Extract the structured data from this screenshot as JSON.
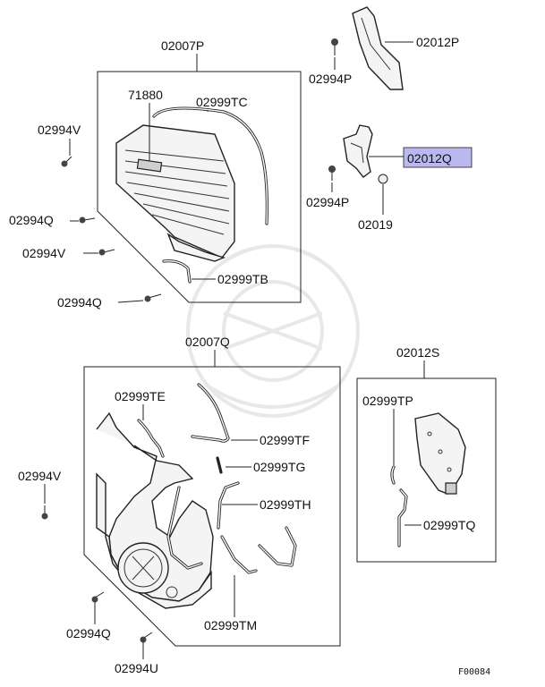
{
  "labels": {
    "cover_upper": "02007P",
    "cover_lower": "02007Q",
    "plate_right": "02012S",
    "bracket_top": "02012P",
    "bracket_mid": "02012Q",
    "washer": "02019",
    "label_plate": "71880",
    "seal_tc": "02999TC",
    "seal_tb": "02999TB",
    "seal_te": "02999TE",
    "seal_tf": "02999TF",
    "seal_tg": "02999TG",
    "seal_th": "02999TH",
    "seal_tm": "02999TM",
    "seal_tp": "02999TP",
    "seal_tq": "02999TQ",
    "bolt_p_top": "02994P",
    "bolt_p_mid": "02994P",
    "bolt_v_upper": "02994V",
    "bolt_q_upper": "02994Q",
    "bolt_v_upper2": "02994V",
    "bolt_q_upper2": "02994Q",
    "bolt_v_lower": "02994V",
    "bolt_q_lower": "02994Q",
    "bolt_u_lower": "02994U",
    "figure_code": "F00084"
  },
  "colors": {
    "highlight": "#b9b9f0",
    "line": "#222222",
    "watermark": "#e8e8e8"
  }
}
